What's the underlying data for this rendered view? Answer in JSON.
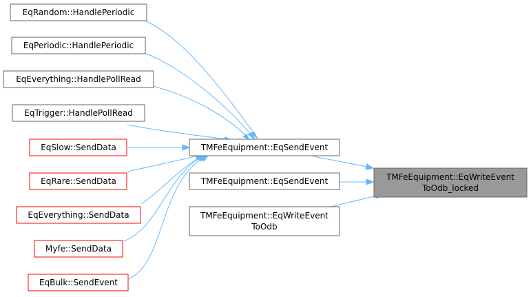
{
  "nodes": {
    "eqrandom": {
      "lines": [
        "EqRandom::HandlePeriodic"
      ]
    },
    "eqperiodic": {
      "lines": [
        "EqPeriodic::HandlePeriodic"
      ]
    },
    "eqeverything_poll": {
      "lines": [
        "EqEverything::HandlePollRead"
      ]
    },
    "eqtrigger": {
      "lines": [
        "EqTrigger::HandlePollRead"
      ]
    },
    "eqslow": {
      "lines": [
        "EqSlow::SendData"
      ]
    },
    "eqrare": {
      "lines": [
        "EqRare::SendData"
      ]
    },
    "eqeverything_send": {
      "lines": [
        "EqEverything::SendData"
      ]
    },
    "myfe": {
      "lines": [
        "Myfe::SendData"
      ]
    },
    "eqbulk": {
      "lines": [
        "EqBulk::SendEvent"
      ]
    },
    "eqsendevent1": {
      "lines": [
        "TMFeEquipment::EqSendEvent"
      ]
    },
    "eqsendevent2": {
      "lines": [
        "TMFeEquipment::EqSendEvent"
      ]
    },
    "eqwriteevent": {
      "lines": [
        "TMFeEquipment::EqWriteEvent",
        "ToOdb"
      ]
    },
    "target": {
      "lines": [
        "TMFeEquipment::EqWriteEvent",
        "ToOdb_locked"
      ]
    }
  },
  "colors": {
    "edge": "#63b8ff",
    "box_border": "#666666",
    "undocumented_border": "#ff0000",
    "selected_fill": "#999999"
  }
}
